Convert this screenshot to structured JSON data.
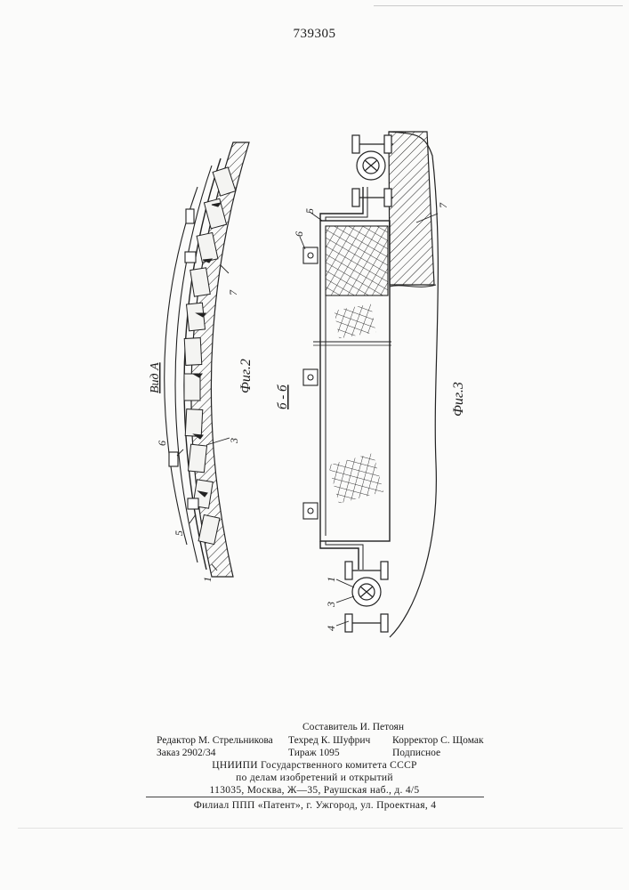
{
  "header": {
    "patent_number": "739305"
  },
  "figure2": {
    "view_label": "Вид А",
    "caption": "Фиг.2",
    "part_labels": {
      "p1": "1",
      "p3": "3",
      "p5": "5",
      "p6": "6",
      "p7": "7"
    }
  },
  "figure3": {
    "section_label": "б - б",
    "caption": "Фиг.3",
    "part_labels": {
      "p1": "1",
      "p3": "3",
      "p4": "4",
      "p5": "5",
      "p6": "6",
      "p7": "7"
    }
  },
  "credits": {
    "compiler": "Составитель И. Петоян",
    "editor": "Редактор М. Стрельникова",
    "techred": "Техред К. Шуфрич",
    "corrector": "Корректор С. Щомак",
    "order": "Заказ 2902/34",
    "circulation": "Тираж 1095",
    "subscription": "Подписное"
  },
  "publisher": {
    "line1": "ЦНИИПИ Государственного комитета СССР",
    "line2": "по делам изобретений и открытий",
    "line3": "113035, Москва, Ж—35, Раушская наб., д. 4/5",
    "line4": "Филиал ППП «Патент», г. Ужгород, ул. Проектная, 4"
  }
}
